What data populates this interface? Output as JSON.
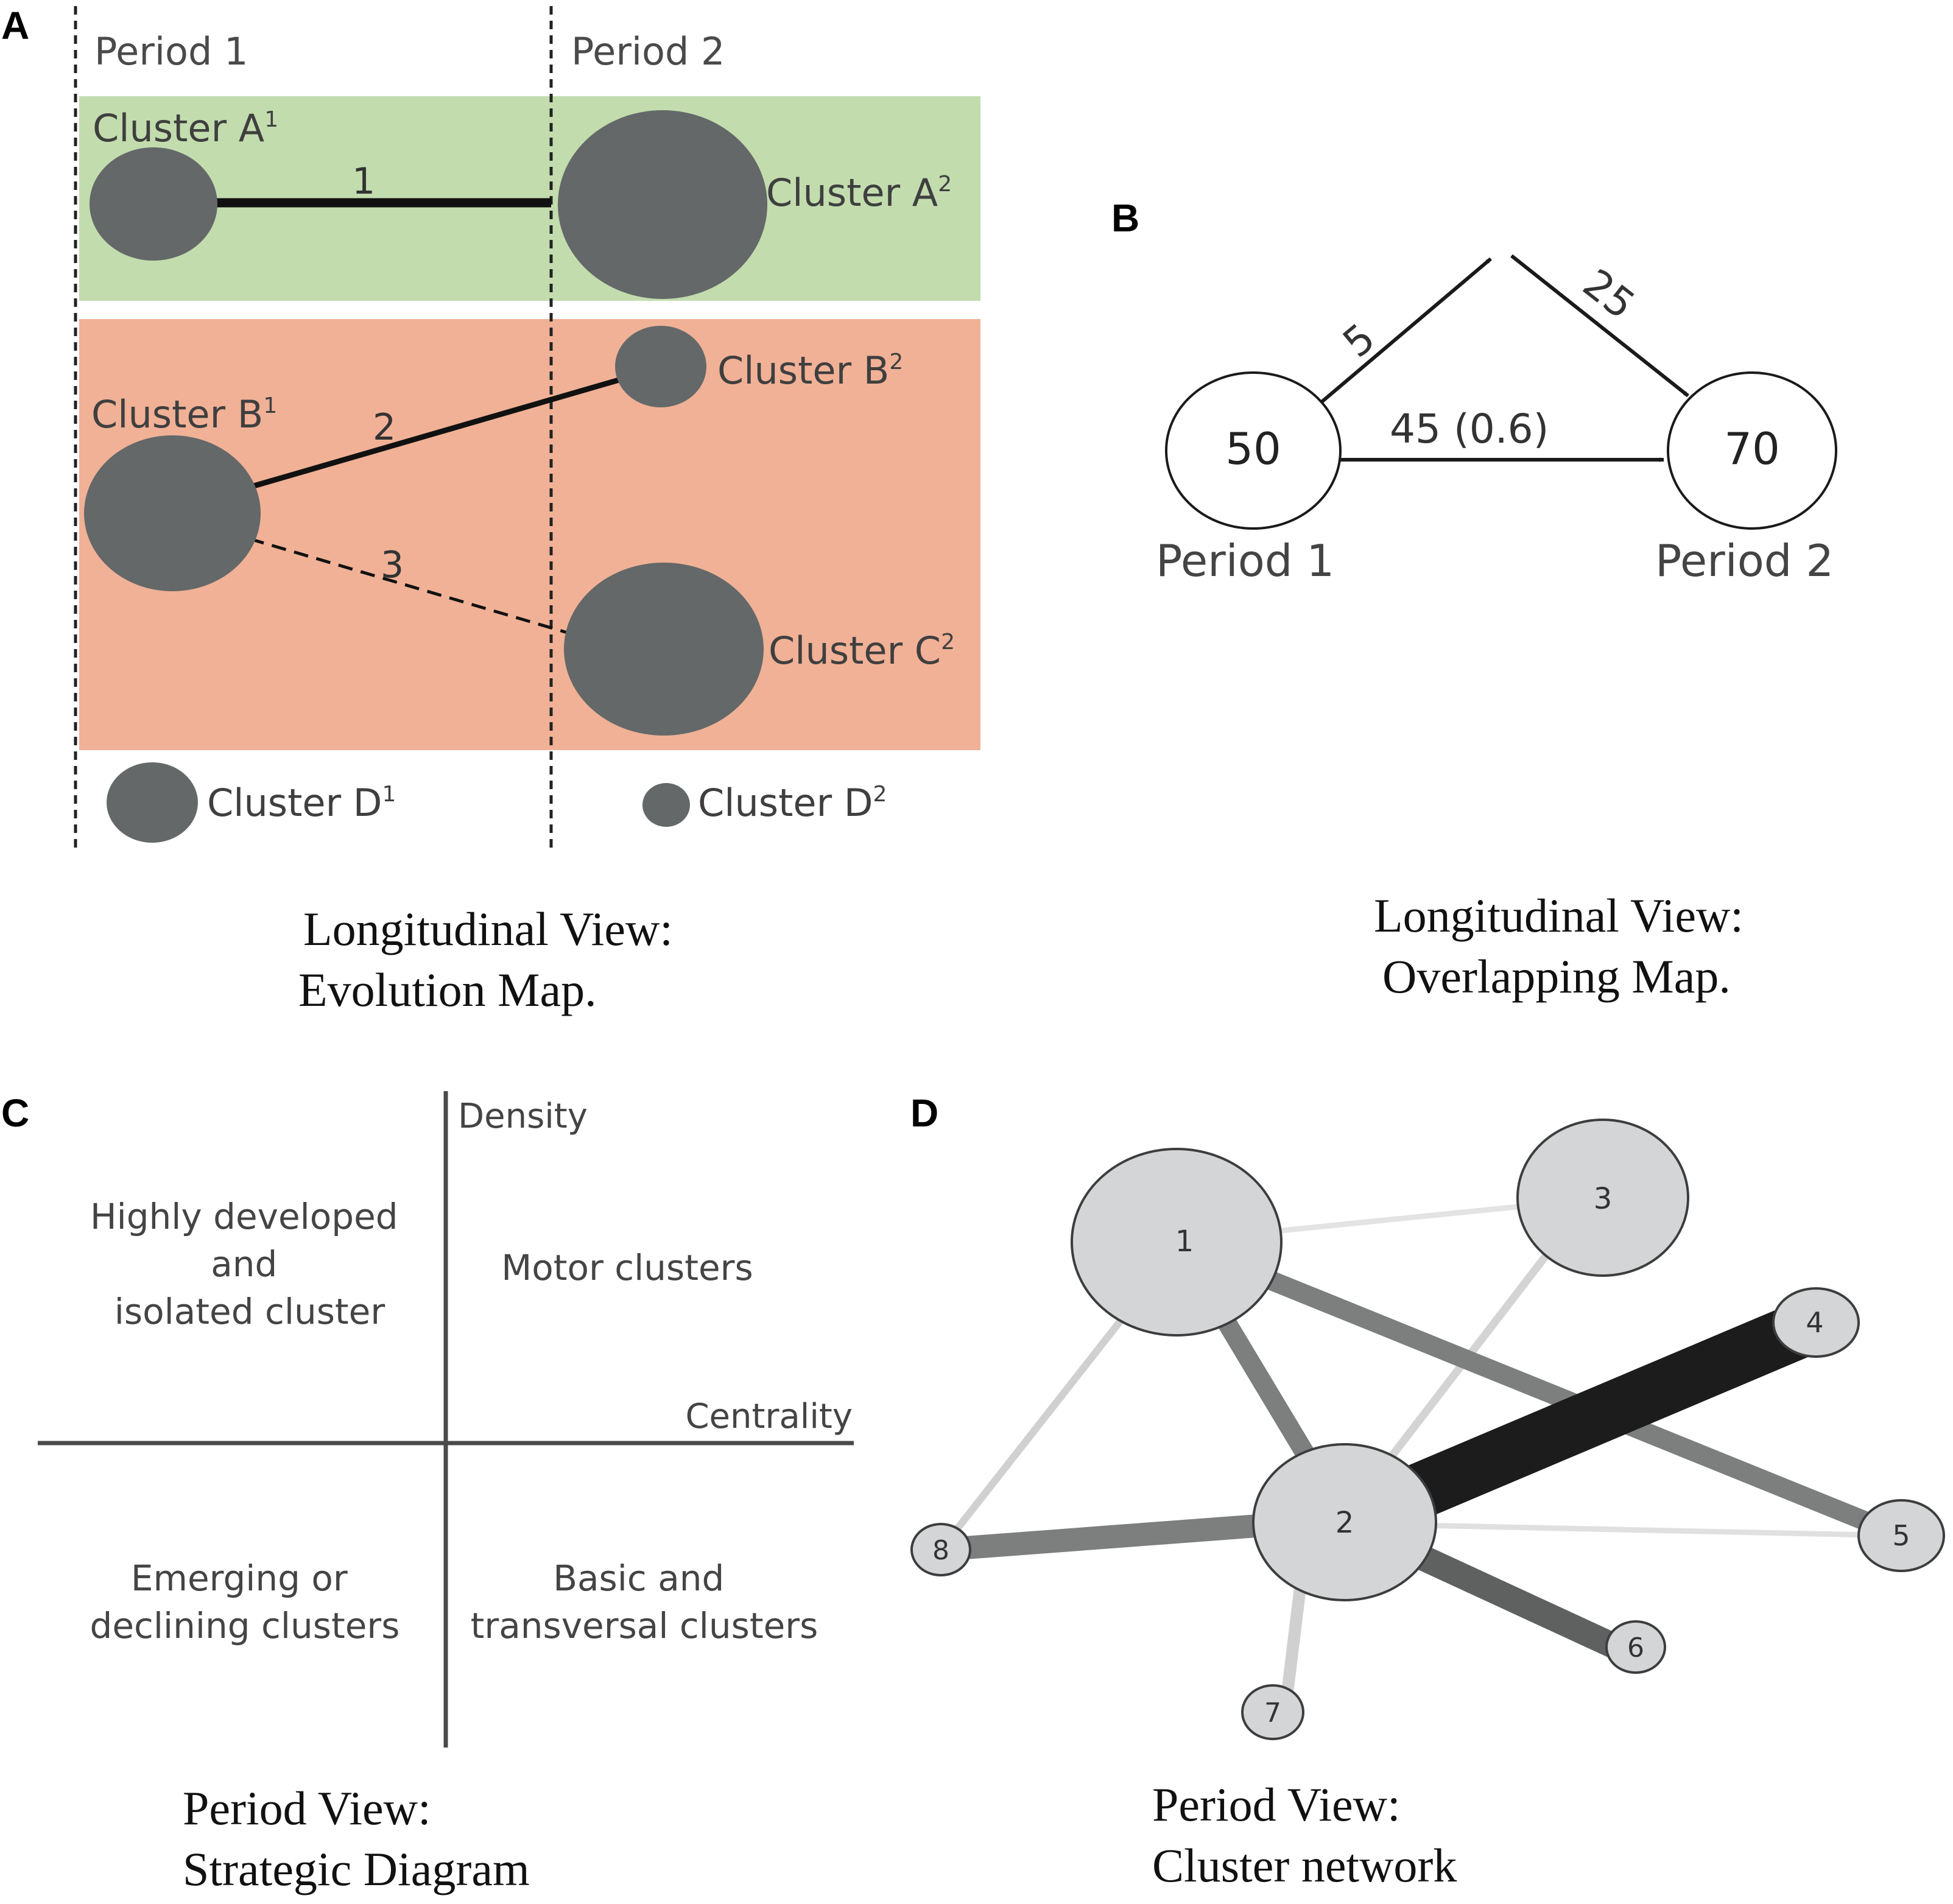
{
  "panels": {
    "a": {
      "letter": "A",
      "period1": "Period 1",
      "period2": "Period 2",
      "clusters": {
        "a1": {
          "name": "Cluster A",
          "sup": "1"
        },
        "a2": {
          "name": "Cluster A",
          "sup": "2"
        },
        "b1": {
          "name": "Cluster B",
          "sup": "1"
        },
        "b2": {
          "name": "Cluster B",
          "sup": "2"
        },
        "c2": {
          "name": "Cluster C",
          "sup": "2"
        },
        "d1": {
          "name": "Cluster D",
          "sup": "1"
        },
        "d2": {
          "name": "Cluster D",
          "sup": "2"
        }
      },
      "edges": {
        "e1": "1",
        "e2": "2",
        "e3": "3"
      },
      "caption_line1": "Longitudinal View:",
      "caption_line2": "Evolution Map."
    },
    "b": {
      "letter": "B",
      "node1_value": "50",
      "node2_value": "70",
      "edge_up": "5",
      "edge_down": "25",
      "edge_direct": "45 (0.6)",
      "period1": "Period 1",
      "period2": "Period 2",
      "caption_line1": "Longitudinal View:",
      "caption_line2": "Overlapping Map."
    },
    "c": {
      "letter": "C",
      "axis_y": "Density",
      "axis_x": "Centrality",
      "q_top_left": [
        "Highly developed",
        "and",
        "isolated cluster"
      ],
      "q_top_right": "Motor clusters",
      "q_bottom_left": [
        "Emerging or",
        "declining clusters"
      ],
      "q_bottom_right": [
        "Basic and",
        "transversal clusters"
      ],
      "caption_line1": "Period View:",
      "caption_line2": "Strategic Diagram"
    },
    "d": {
      "letter": "D",
      "nodes": [
        "1",
        "2",
        "3",
        "4",
        "5",
        "6",
        "7",
        "8"
      ],
      "caption_line1": "Period View:",
      "caption_line2": "Cluster network"
    }
  },
  "colors": {
    "green_band": "#c2dcae",
    "orange_band": "#f0b196",
    "cluster_fill": "#646868",
    "network_node": "#d3d5d7"
  }
}
